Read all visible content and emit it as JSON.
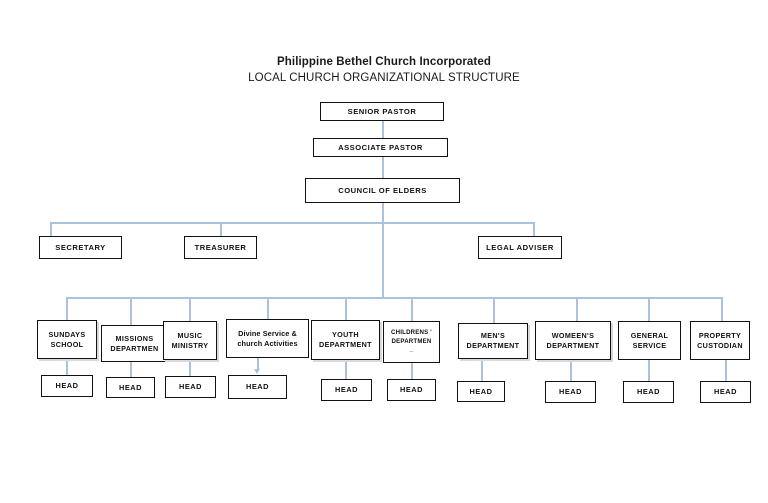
{
  "document": {
    "title_line1": "Philippine Bethel Church Incorporated",
    "title_line2": "LOCAL CHURCH ORGANIZATIONAL STRUCTURE"
  },
  "colors": {
    "box_border": "#111111",
    "connector": "#a9c2de",
    "background": "#ffffff",
    "text": "#111111"
  },
  "chart_data": {
    "type": "diagram",
    "title": "Philippine Bethel Church Incorporated LOCAL CHURCH ORGANIZATIONAL STRUCTURE",
    "levels": [
      {
        "level": 1,
        "nodes": [
          "SENIOR PASTOR"
        ]
      },
      {
        "level": 2,
        "nodes": [
          "ASSOCIATE PASTOR"
        ]
      },
      {
        "level": 3,
        "nodes": [
          "COUNCIL OF ELDERS"
        ]
      },
      {
        "level": 4,
        "nodes": [
          "SECRETARY",
          "TREASURER",
          "LEGAL ADVISER"
        ]
      },
      {
        "level": 5,
        "nodes": [
          "SUNDAYS SCHOOL",
          "MISSIONS DEPARTMEN",
          "MUSIC MINISTRY",
          "Divine Service & church Activities",
          "YOUTH DEPARTMENT",
          "CHILDRENS ' DEPARTMEN _",
          "MEN'S DEPARTMENT",
          "WOMEEN'S DEPARTMENT",
          "GENERAL SERVICE",
          "PROPERTY CUSTODIAN"
        ]
      },
      {
        "level": 6,
        "nodes": [
          "HEAD",
          "HEAD",
          "HEAD",
          "HEAD",
          "HEAD",
          "HEAD",
          "HEAD",
          "HEAD",
          "HEAD",
          "HEAD"
        ]
      }
    ]
  },
  "nodes": {
    "senior_pastor": "SENIOR PASTOR",
    "associate_pastor": "ASSOCIATE PASTOR",
    "council_of_elders": "COUNCIL OF ELDERS",
    "secretary": "SECRETARY",
    "treasurer": "TREASURER",
    "legal_adviser": "LEGAL ADVISER",
    "sundays_school": "SUNDAYS\nSCHOOL",
    "missions_department": "MISSIONS\nDEPARTMEN",
    "music_ministry": "MUSIC\nMINISTRY",
    "divine_service": "Divine Service &\nchurch Activities",
    "youth_department": "YOUTH\nDEPARTMENT",
    "childrens_department": "CHILDRENS '\nDEPARTMEN\n_",
    "mens_department": "MEN'S\nDEPARTMENT",
    "womeens_department": "WOMEEN'S\nDEPARTMENT",
    "general_service": "GENERAL\nSERVICE",
    "property_custodian": "PROPERTY\nCUSTODIAN",
    "head_1": "HEAD",
    "head_2": "HEAD",
    "head_3": "HEAD",
    "head_4": "HEAD",
    "head_5": "HEAD",
    "head_6": "HEAD",
    "head_7": "HEAD",
    "head_8": "HEAD",
    "head_9": "HEAD",
    "head_10": "HEAD"
  }
}
